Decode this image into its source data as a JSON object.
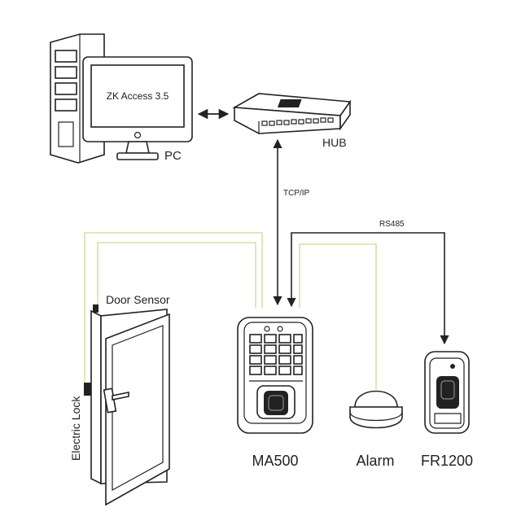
{
  "pc": {
    "screen_text": "ZK Access 3.5",
    "label": "PC"
  },
  "hub": {
    "label": "HUB",
    "badge": "HUB"
  },
  "links": {
    "tcp_label": "TCP/IP",
    "rs485_label": "RS485"
  },
  "devices": {
    "door_sensor_label": "Door Sensor",
    "electric_lock_label": "Electric Lock",
    "ma500_label": "MA500",
    "alarm_label": "Alarm",
    "fr1200_label": "FR1200"
  },
  "colors": {
    "line": "#222222",
    "wire": "#d9df9f"
  }
}
